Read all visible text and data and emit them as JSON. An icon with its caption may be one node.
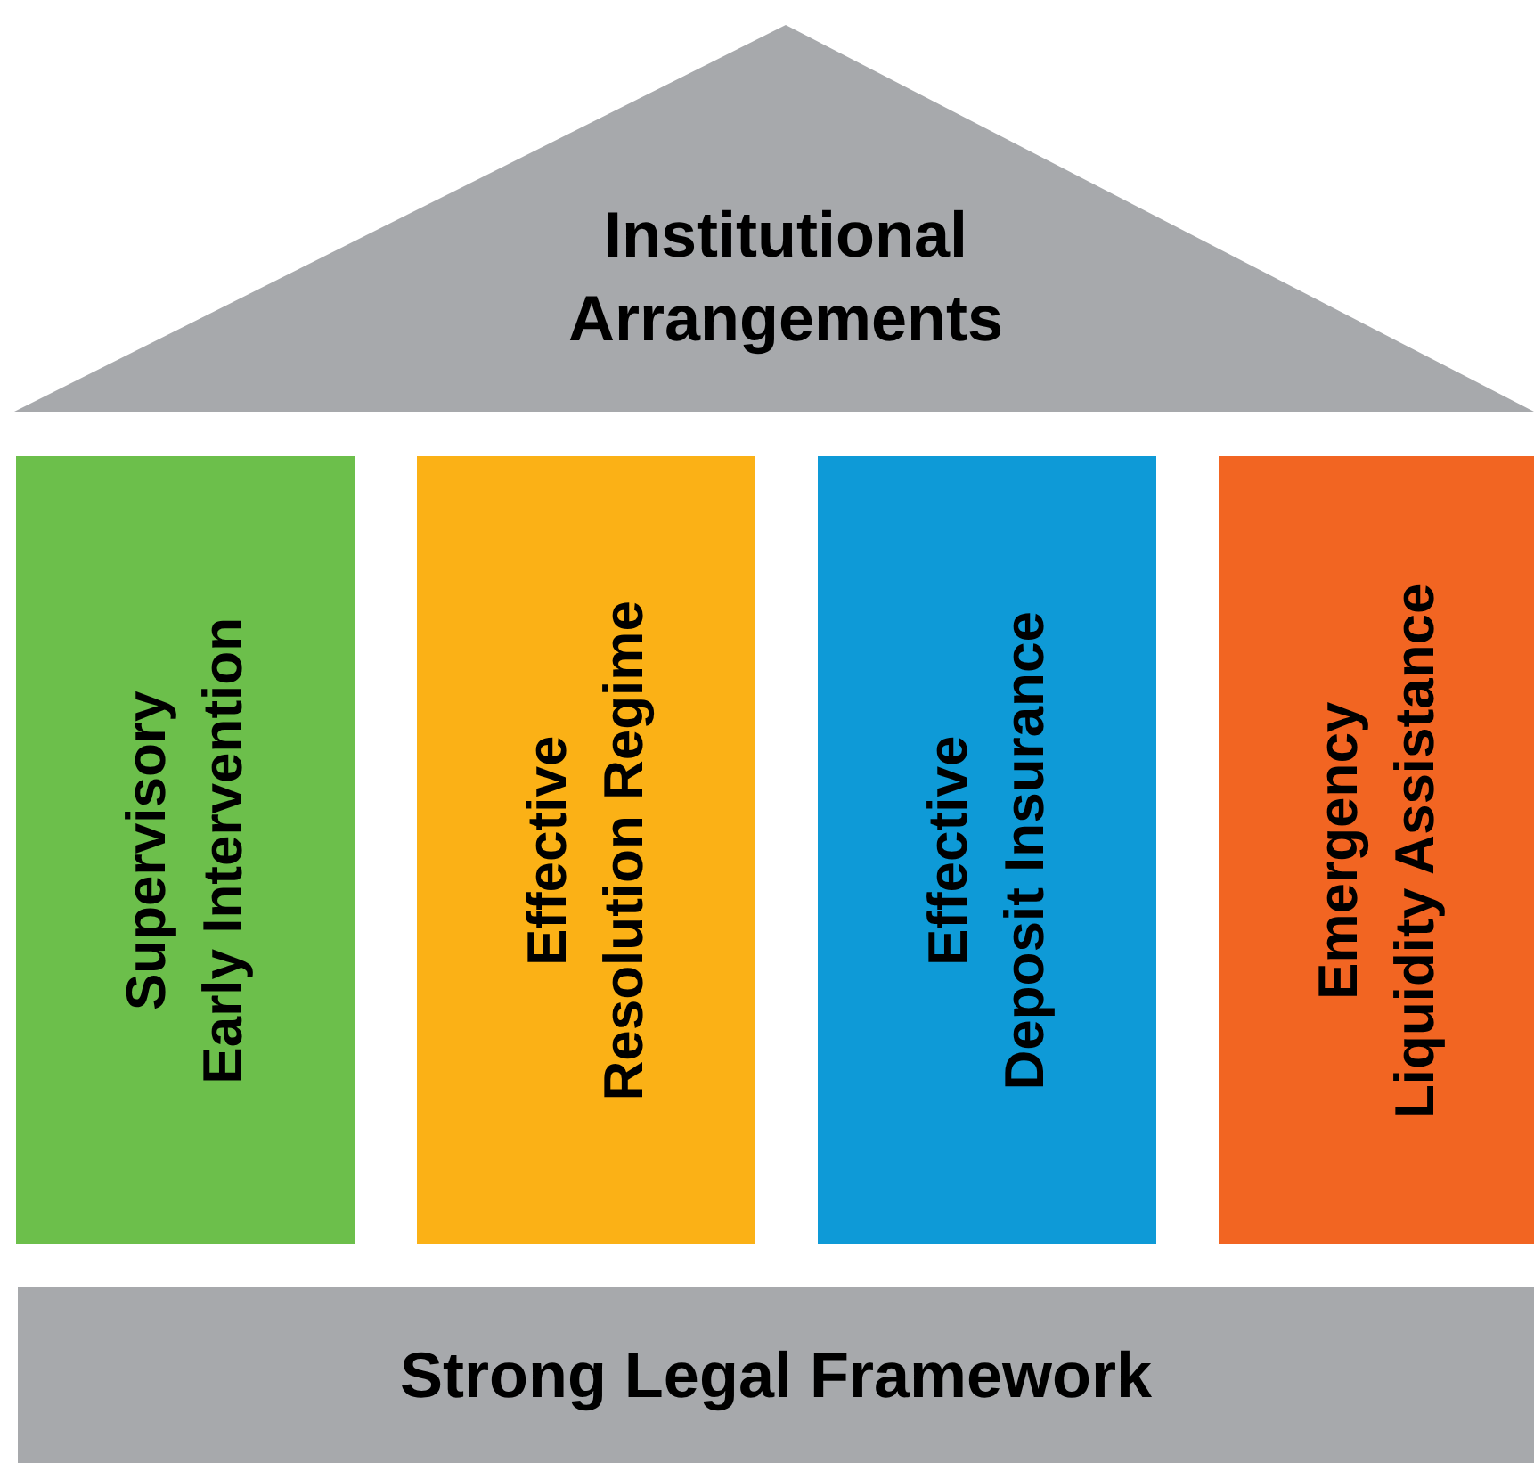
{
  "diagram": {
    "nodes": [
      {
        "text": [
          "Institutional Arrangements"
        ]
      },
      {
        "text": [
          "Supervisory Early Intervention"
        ]
      },
      {
        "text": [
          "Effective Resolution Regime"
        ]
      },
      {
        "text": [
          "Effective Deposit Insurance"
        ]
      },
      {
        "text": [
          "Emergency Liquidity Assistance"
        ]
      },
      {
        "text": [
          "Strong Legal Framework"
        ]
      }
    ]
  }
}
